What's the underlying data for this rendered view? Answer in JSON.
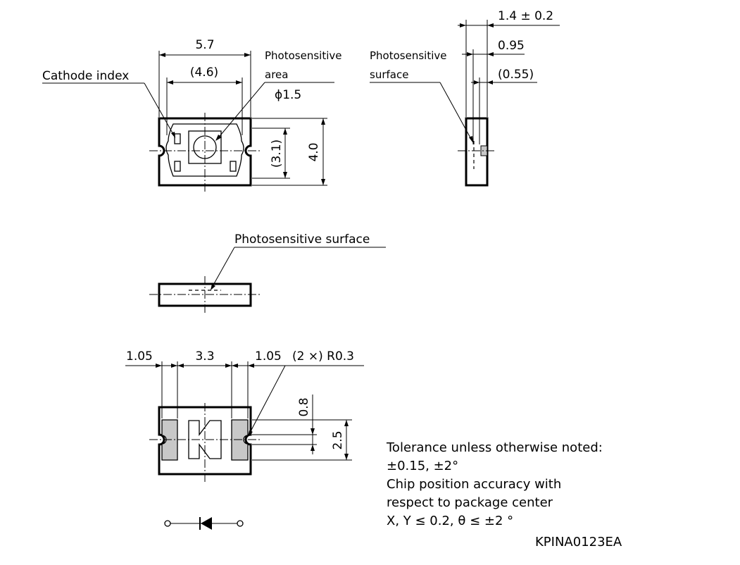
{
  "top_view": {
    "width_label": "5.7",
    "inner_width_label": "(4.6)",
    "cathode_label": "Cathode index",
    "area_label_line1": "Photosensitive",
    "area_label_line2": "area",
    "diameter_label": "ϕ1.5",
    "inner_height_label": "(3.1)",
    "height_label": "4.0"
  },
  "side_view": {
    "surface_label_line1": "Photosensitive",
    "surface_label_line2": "surface",
    "thickness_label": "1.4 ± 0.2",
    "depth_label": "0.95",
    "chip_label": "(0.55)"
  },
  "front_view": {
    "surface_label": "Photosensitive surface"
  },
  "bottom_view": {
    "left_pad_label": "1.05",
    "gap_label": "3.3",
    "right_pad_label": "1.05",
    "radius_label": "(2 ×) R0.3",
    "pad_gap_label": "0.8",
    "pad_height_label": "2.5"
  },
  "notes": {
    "line1": "Tolerance unless otherwise noted:",
    "line2": "±0.15, ±2°",
    "line3": "Chip position accuracy with",
    "line4": "respect to package center",
    "line5": "X, Y ≤ 0.2, θ ≤ ±2 °",
    "code": "KPINA0123EA"
  }
}
